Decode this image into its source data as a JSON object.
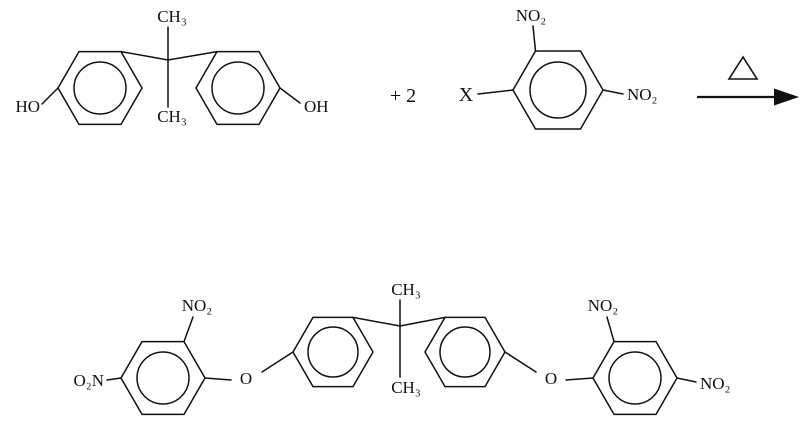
{
  "figure": {
    "type": "chemical-reaction-scheme"
  },
  "reactant_bisphenol_a": {
    "ch3_top": "CH₃",
    "ch3_bottom": "CH₃",
    "ho": "HO",
    "oh": "OH"
  },
  "stoichiometry": "+ 2",
  "reactant_dinitrobenzene": {
    "x": "X",
    "no2_top": "NO₂",
    "no2_para": "NO₂"
  },
  "condition": {
    "symbol": "Δ"
  },
  "product": {
    "left_o2n": "O₂N",
    "left_no2_top": "NO₂",
    "left_o": "O",
    "ch3_top": "CH₃",
    "ch3_bottom": "CH₃",
    "right_o": "O",
    "right_no2_top": "NO₂",
    "right_no2": "NO₂"
  }
}
